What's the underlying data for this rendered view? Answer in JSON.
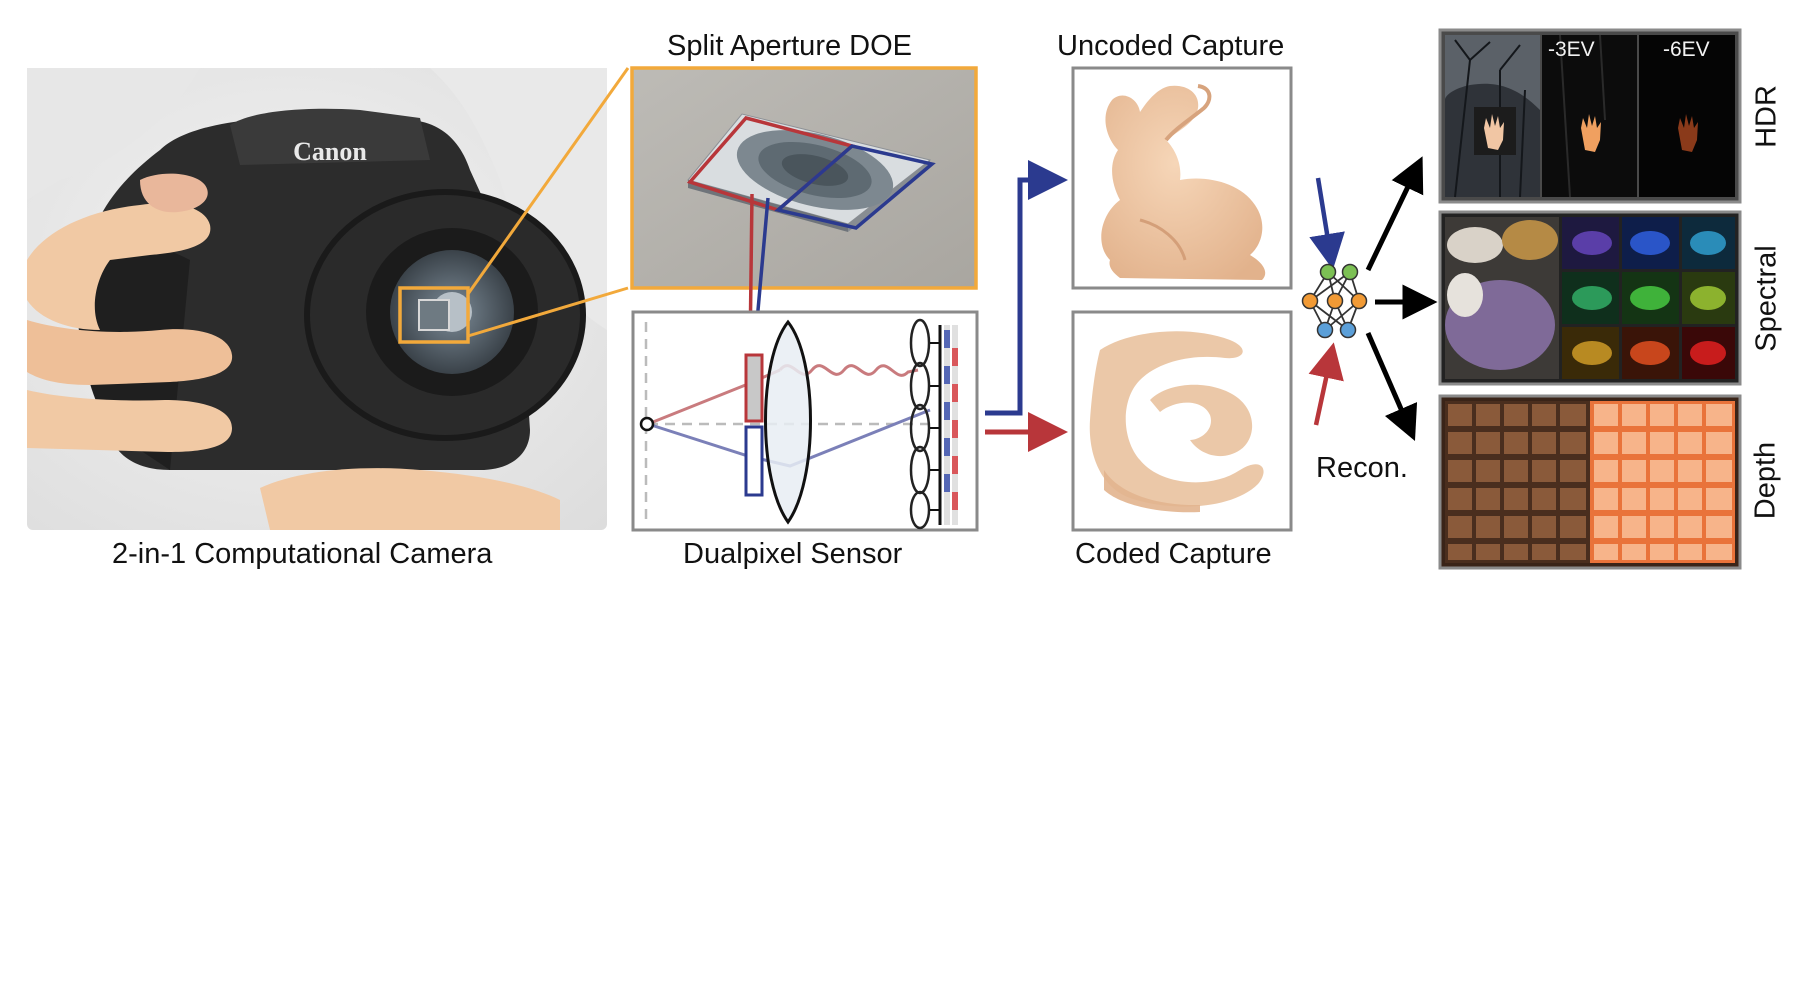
{
  "labels": {
    "camera": "2-in-1 Computational Camera",
    "doe": "Split Aperture DOE",
    "sensor": "Dualpixel Sensor",
    "uncoded": "Uncoded Capture",
    "coded": "Coded Capture",
    "recon": "Recon.",
    "camera_brand": "Canon"
  },
  "outputs": {
    "hdr": "HDR",
    "spectral": "Spectral",
    "depth": "Depth",
    "ev1": "-3EV",
    "ev2": "-6EV"
  },
  "colors": {
    "orange_highlight": "#f2a93b",
    "blue_path": "#2b3a8f",
    "red_path": "#b8363a",
    "panel_border": "#8a8a8a",
    "skin_tone": "#f1c9a4"
  },
  "icons": {
    "network": "neural-network-icon"
  }
}
